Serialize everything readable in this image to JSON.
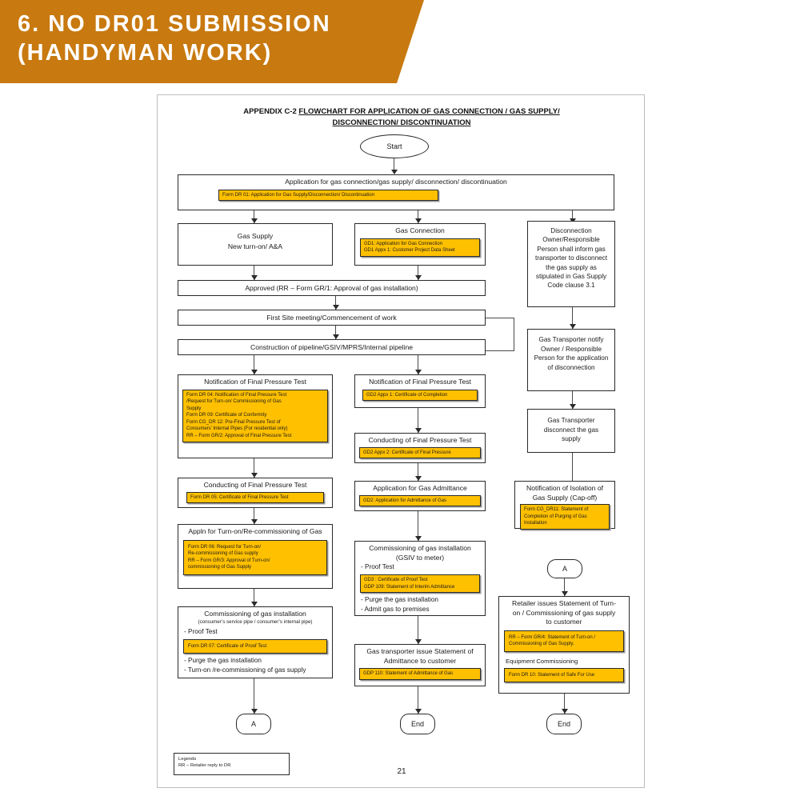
{
  "banner": {
    "line1": "6. NO DR01 SUBMISSION",
    "line2": "(HANDYMAN WORK)",
    "color": "#c8790f"
  },
  "document": {
    "appendix_label": "APPENDIX C-2",
    "title_line1": "FLOWCHART FOR APPLICATION OF GAS CONNECTION / GAS SUPPLY/",
    "title_line2": "DISCONNECTION/ DISCONTINUATION",
    "page_number": "21",
    "accent_color": "#FFC000",
    "line_color": "#2a2a2a"
  },
  "terminators": {
    "start": "Start",
    "connector_a_left": "A",
    "connector_a_right": "A",
    "end_center": "End",
    "end_right": "End"
  },
  "nodes": {
    "application": {
      "title": "Application for gas connection/gas supply/ disconnection/ discontinuation",
      "chips": [
        {
          "lines": [
            "Form DR 01: Application for Gas Supply/Disconnection/ Discontinuation"
          ]
        }
      ]
    },
    "gas_supply": {
      "title_line1": "Gas Supply",
      "title_line2": "New turn-on/ A&A"
    },
    "gas_connection": {
      "title": "Gas Connection",
      "chips": [
        {
          "lines": [
            "GD1: Application for Gas Connection",
            "GD1 Appx 1: Customer Project Data Sheet"
          ]
        }
      ]
    },
    "disconnection": {
      "title": "Disconnection Owner/Responsible Person shall inform gas transporter to disconnect the gas supply as stipulated in Gas Supply Code clause 3.1"
    },
    "approved": {
      "title": "Approved (RR – Form GR/1: Approval of gas installation)"
    },
    "first_site_meeting": {
      "title": "First Site meeting/Commencement of work"
    },
    "construction": {
      "title": "Construction of pipeline/GSIV/MPRS/Internal pipeline"
    },
    "gas_transporter_notify": {
      "title": "Gas Transporter notify Owner / Responsible Person for the application of disconnection"
    },
    "gas_transporter_disconnect": {
      "title": "Gas Transporter disconnect the gas supply"
    },
    "notif_fpt_left": {
      "title": "Notification of Final Pressure Test",
      "chips": [
        {
          "lines": [
            "Form DR 04: Notification of Final Pressure Test",
            "/Request for Turn-on/ Commissioning of Gas",
            "Supply",
            "Form DR 09: Certificate of Conformity",
            "Form CG_DR 12: Pre-Final Pressure Test of",
            "Consumers’ Internal Pipes (For residential only)",
            "RR – Form GR/2: Approval of Final Pressure Test"
          ]
        }
      ]
    },
    "notif_fpt_center": {
      "title": "Notification of Final Pressure Test",
      "chips": [
        {
          "lines": [
            "GD2 Appx 1: Certificate of Completion"
          ]
        }
      ]
    },
    "conducting_fpt_center": {
      "title": "Conducting of Final Pressure Test",
      "chips": [
        {
          "lines": [
            "GD2 Appx 2: Certificate of Final Pressure"
          ]
        }
      ]
    },
    "conducting_fpt_left": {
      "title": "Conducting of Final Pressure Test",
      "chips": [
        {
          "lines": [
            "Form DR 05: Certificate of Final Pressure Test"
          ]
        }
      ]
    },
    "appln_turnon": {
      "title": "Appln for Turn-on/Re-commissioning of Gas",
      "chips": [
        {
          "lines": [
            "Form DR 06: Request for Turn-on/",
            "Re-commissioning of Gas supply",
            "RR – Form GR/3: Approval of Turn-on/",
            "commissioning of Gas Supply"
          ]
        }
      ]
    },
    "commissioning_left": {
      "title": "Commissioning of gas installation",
      "subtitle": "(consumer’s service pipe / consumer’s internal pipe)",
      "bullet_before": "- Proof Test",
      "chips": [
        {
          "lines": [
            "Form DR 07: Certificate of Proof Test"
          ]
        }
      ],
      "bullets_after": [
        "- Purge the gas installation",
        "- Turn-on /re-commissioning of gas supply"
      ]
    },
    "application_admittance": {
      "title": "Application for Gas Admittance",
      "chips": [
        {
          "lines": [
            "GD2: Application for Admittance of Gas"
          ]
        }
      ]
    },
    "commissioning_center": {
      "title_line1": "Commissioning of gas installation",
      "title_line2": "(GSIV to meter)",
      "bullet_before": "- Proof Test",
      "chips": [
        {
          "lines": [
            "GD3 : Certificate of Proof Test",
            "GDP 109: Statement of Interim Admittance"
          ]
        }
      ],
      "bullets_after": [
        "- Purge the gas installation",
        "- Admit gas to premises"
      ]
    },
    "gas_transporter_issue": {
      "title_line1": "Gas transporter issue Statement of",
      "title_line2": "Admittance to customer",
      "chips": [
        {
          "lines": [
            "GDP 110: Statement of Admittance of Gas"
          ]
        }
      ]
    },
    "notif_isolation": {
      "title_line1": "Notification of Isolation of",
      "title_line2": "Gas Supply (Cap-off)",
      "chips": [
        {
          "lines": [
            "Form CG_DR11: Statement of",
            "Completion of Purging of Gas",
            "Installation"
          ]
        }
      ]
    },
    "retailer_issues": {
      "title_line1": "Retailer issues Statement of Turn-",
      "title_line2": "on / Commissioning of gas supply",
      "title_line3": "to customer",
      "chips": [
        {
          "lines": [
            "RR – Form GR/4: Statement of Turn-on /",
            "Commissioning of Gas Supply."
          ]
        }
      ],
      "mid_label": "Equipment Commissioning",
      "chips2": [
        {
          "lines": [
            "Form DR 10: Statement of Safe For Use"
          ]
        }
      ]
    }
  },
  "legend": {
    "line1": "Legends",
    "line2": "RR – Retailer reply to DR"
  }
}
